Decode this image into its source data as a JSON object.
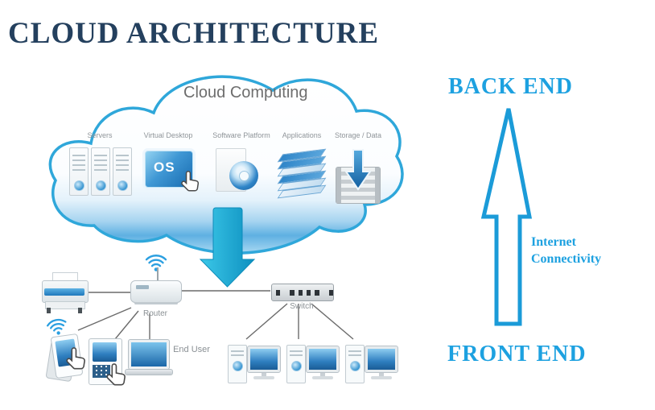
{
  "title": "CLOUD ARCHITECTURE",
  "cloud": {
    "label": "Cloud Computing",
    "os_badge": "OS",
    "items": [
      {
        "label": "Servers"
      },
      {
        "label": "Virtual Desktop"
      },
      {
        "label": "Software Platform"
      },
      {
        "label": "Applications"
      },
      {
        "label": "Storage / Data"
      }
    ]
  },
  "network": {
    "router_label": "Router",
    "switch_label": "Switch",
    "end_user_label": "End User"
  },
  "right_panel": {
    "back_end_label": "BACK END",
    "front_end_label": "FRONT END",
    "internet_line1": "Internet",
    "internet_line2": "Connectivity"
  },
  "icons": {
    "cloud": "cloud-shape",
    "download": "download-arrow-icon",
    "upload": "up-arrow-icon",
    "cursor": "hand-cursor-icon",
    "wireless": "wifi-icon"
  },
  "colors": {
    "accent_cyan": "#1da1e0",
    "title_navy": "#24405e",
    "cloud_outline": "#2fa7da",
    "arrow_teal": "#17aede",
    "label_gray": "#8a9094",
    "screen_blue": "#2f7fc0"
  }
}
